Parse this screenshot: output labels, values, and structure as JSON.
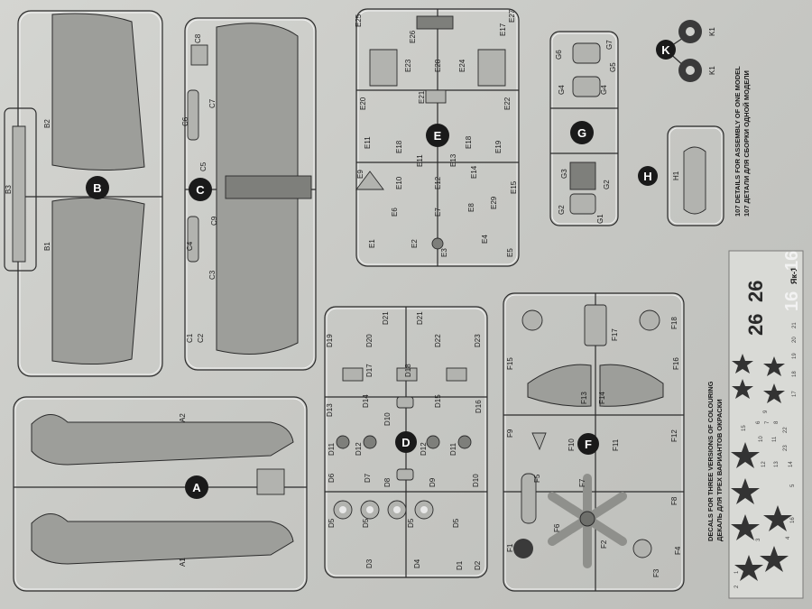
{
  "sprues": {
    "A": {
      "letter": "A",
      "parts": [
        "A1",
        "A2"
      ]
    },
    "B": {
      "letter": "B",
      "parts": [
        "B1",
        "B2",
        "B3"
      ]
    },
    "C": {
      "letter": "C",
      "parts": [
        "C1",
        "C2",
        "C3",
        "C4",
        "C5",
        "C6",
        "C7",
        "C8",
        "C9"
      ]
    },
    "D": {
      "letter": "D",
      "parts": [
        "D1",
        "D2",
        "D3",
        "D4",
        "D5",
        "D5",
        "D5",
        "D5",
        "D6",
        "D7",
        "D8",
        "D9",
        "D10",
        "D10",
        "D11",
        "D11",
        "D12",
        "D12",
        "D13",
        "D14",
        "D15",
        "D16",
        "D17",
        "D18",
        "D19",
        "D20",
        "D21",
        "D21",
        "D22",
        "D23"
      ]
    },
    "E": {
      "letter": "E",
      "parts": [
        "E1",
        "E2",
        "E3",
        "E4",
        "E5",
        "E6",
        "E7",
        "E8",
        "E9",
        "E10",
        "E11",
        "E11",
        "E12",
        "E13",
        "E14",
        "E15",
        "E17",
        "E18",
        "E18",
        "E19",
        "E20",
        "E21",
        "E22",
        "E23",
        "E24",
        "E25",
        "E26",
        "E27",
        "E28",
        "E29"
      ]
    },
    "F": {
      "letter": "F",
      "parts": [
        "F1",
        "F2",
        "F3",
        "F4",
        "F5",
        "F6",
        "F7",
        "F8",
        "F9",
        "F10",
        "F11",
        "F12",
        "F13",
        "F14",
        "F15",
        "F16",
        "F17",
        "F18"
      ]
    },
    "G": {
      "letter": "G",
      "parts": [
        "G1",
        "G2",
        "G2",
        "G3",
        "G4",
        "G4",
        "G5",
        "G6",
        "G7"
      ]
    },
    "H": {
      "letter": "H",
      "parts": [
        "H1"
      ]
    },
    "K": {
      "letter": "K",
      "parts": [
        "K1",
        "K1"
      ]
    }
  },
  "notes": {
    "details_en": "107 DETAILS FOR ASSEMBLY OF ONE MODEL",
    "details_ru": "107 ДЕТАЛИ ДЛЯ СБОРКИ ОДНОЙ МОДЕЛИ",
    "decals_en": "DECALS FOR THREE VERSIONS OF COLOURING",
    "decals_ru": "ДЕКАЛЬ ДЛЯ ТРЕХ ВАРИАНТОВ ОКРАСКИ"
  },
  "decal": {
    "brand": "Як-1",
    "codes": [
      "26",
      "26",
      "16",
      "16"
    ],
    "numbers": [
      "1",
      "2",
      "3",
      "4",
      "5",
      "6",
      "7",
      "8",
      "9",
      "10",
      "11",
      "12",
      "13",
      "14",
      "15",
      "16",
      "17",
      "18",
      "19",
      "20",
      "21",
      "22",
      "23"
    ]
  },
  "colors": {
    "plastic": "#9d9e9a",
    "paper": "#c9cac6",
    "ink": "#2b2b2b"
  }
}
